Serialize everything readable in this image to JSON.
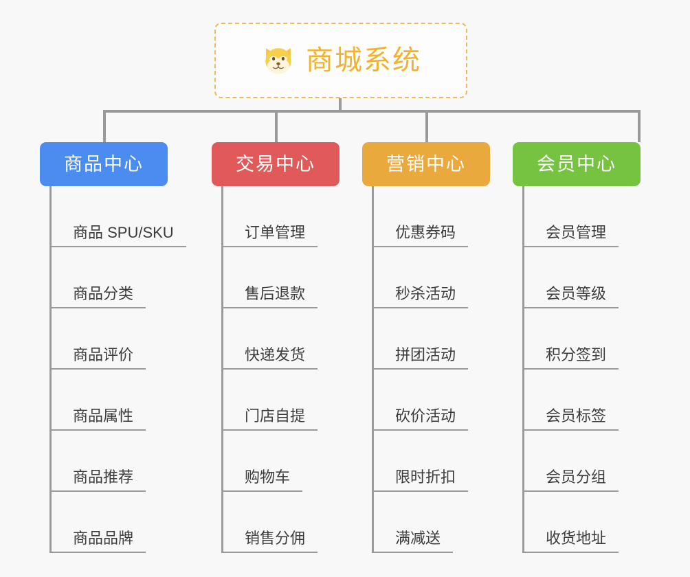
{
  "diagram": {
    "type": "org-chart",
    "background_color": "#f8f8f8",
    "connector_color": "#9a9a9a",
    "root": {
      "icon": "dog-face-emoji",
      "title": "商城系统",
      "title_color": "#f0b32e",
      "border_color": "#edb95e",
      "border_style": "dashed",
      "background_color": "#fdfdfd"
    },
    "columns": [
      {
        "label": "商品中心",
        "color": "#4a8cf0",
        "text_color": "#ffffff",
        "items": [
          "商品 SPU/SKU",
          "商品分类",
          "商品评价",
          "商品属性",
          "商品推荐",
          "商品品牌"
        ]
      },
      {
        "label": "交易中心",
        "color": "#e15a5a",
        "text_color": "#ffffff",
        "items": [
          "订单管理",
          "售后退款",
          "快递发货",
          "门店自提",
          "购物车",
          "销售分佣"
        ]
      },
      {
        "label": "营销中心",
        "color": "#e9a93d",
        "text_color": "#ffffff",
        "items": [
          "优惠券码",
          "秒杀活动",
          "拼团活动",
          "砍价活动",
          "限时折扣",
          "满减送"
        ]
      },
      {
        "label": "会员中心",
        "color": "#76c241",
        "text_color": "#ffffff",
        "items": [
          "会员管理",
          "会员等级",
          "积分签到",
          "会员标签",
          "会员分组",
          "收货地址"
        ]
      }
    ]
  }
}
